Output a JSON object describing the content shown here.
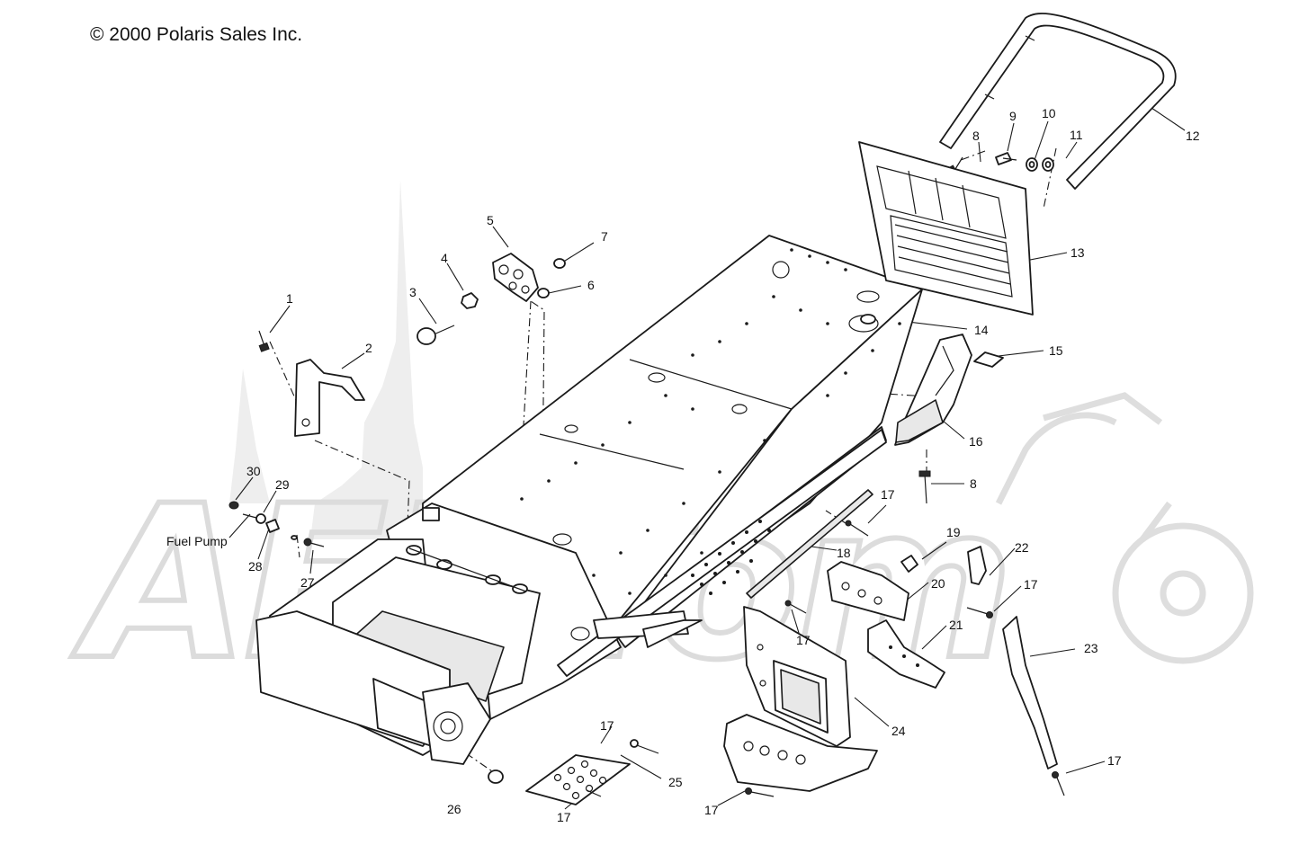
{
  "copyright": "© 2000 Polaris Sales Inc.",
  "watermark": "AEIfTom",
  "text_label": "Fuel Pump",
  "callouts": [
    "1",
    "2",
    "3",
    "4",
    "5",
    "6",
    "7",
    "8",
    "9",
    "10",
    "11",
    "12",
    "13",
    "14",
    "15",
    "16",
    "8",
    "17",
    "18",
    "19",
    "20",
    "21",
    "22",
    "17",
    "23",
    "24",
    "17",
    "25",
    "26",
    "17",
    "17",
    "17",
    "27",
    "28",
    "29",
    "30"
  ]
}
